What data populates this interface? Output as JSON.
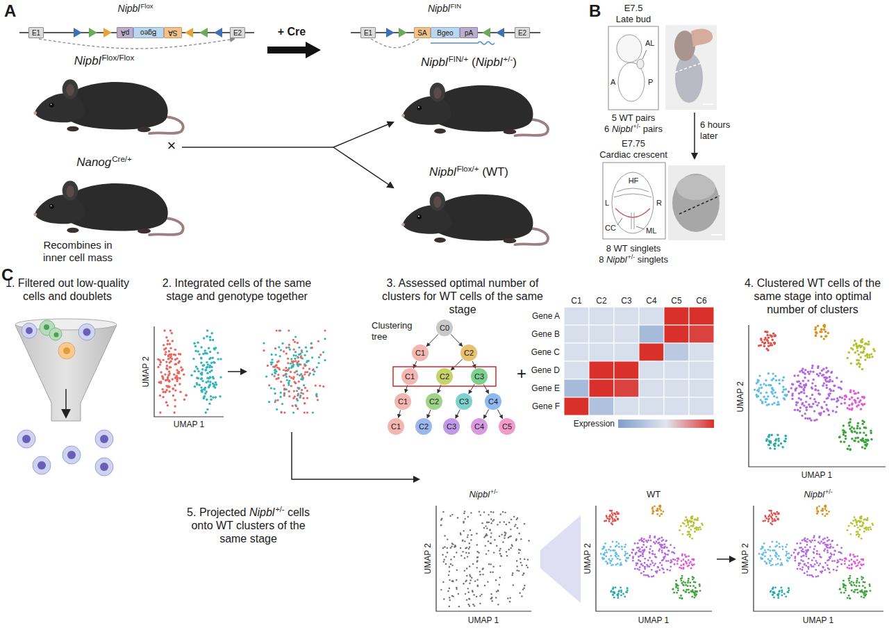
{
  "diagram": {
    "nodes": [
      {
        "text": [
          "E1"
        ]
      },
      {
        "text": [
          "pA"
        ]
      },
      {
        "text": [
          "Bgeo"
        ]
      },
      {
        "text": [
          "SA"
        ]
      },
      {
        "text": [
          "E2"
        ]
      },
      {
        "text": [
          "E1"
        ]
      },
      {
        "text": [
          "SA"
        ]
      },
      {
        "text": [
          "Bgeo"
        ]
      },
      {
        "text": [
          "pA"
        ]
      },
      {
        "text": [
          "E2"
        ]
      },
      {
        "text": [
          "C0"
        ]
      },
      {
        "text": [
          "C1"
        ]
      },
      {
        "text": [
          "C2"
        ]
      },
      {
        "text": [
          "C1"
        ]
      },
      {
        "text": [
          "C2"
        ]
      },
      {
        "text": [
          "C3"
        ]
      },
      {
        "text": [
          "C1"
        ]
      },
      {
        "text": [
          "C2"
        ]
      },
      {
        "text": [
          "C3"
        ]
      },
      {
        "text": [
          "C4"
        ]
      },
      {
        "text": [
          "C1"
        ]
      },
      {
        "text": [
          "C2"
        ]
      },
      {
        "text": [
          "C3"
        ]
      },
      {
        "text": [
          "C4"
        ]
      },
      {
        "text": [
          "C5"
        ]
      }
    ],
    "edges": [
      {
        "from": 0,
        "to": 1,
        "arrow": "none"
      },
      {
        "from": 3,
        "to": 4,
        "arrow": "none"
      },
      {
        "from": 0,
        "to": 4,
        "arrow": "to"
      },
      {
        "from": 5,
        "to": 6,
        "arrow": "none"
      },
      {
        "from": 8,
        "to": 9,
        "arrow": "none"
      },
      {
        "from": 5,
        "to": 6,
        "arrow": "none"
      },
      {
        "from": 10,
        "to": 11,
        "arrow": "to"
      },
      {
        "from": 10,
        "to": 12,
        "arrow": "to"
      },
      {
        "from": 11,
        "to": 13,
        "arrow": "to"
      },
      {
        "from": 12,
        "to": 14,
        "arrow": "to"
      },
      {
        "from": 12,
        "to": 15,
        "arrow": "to"
      },
      {
        "from": 13,
        "to": 16,
        "arrow": "to"
      },
      {
        "from": 14,
        "to": 17,
        "arrow": "to"
      },
      {
        "from": 15,
        "to": 18,
        "arrow": "to"
      },
      {
        "from": 15,
        "to": 19,
        "arrow": "to"
      },
      {
        "from": 16,
        "to": 20,
        "arrow": "to"
      },
      {
        "from": 17,
        "to": 21,
        "arrow": "to"
      },
      {
        "from": 18,
        "to": 22,
        "arrow": "to"
      },
      {
        "from": 19,
        "to": 23,
        "arrow": "to"
      },
      {
        "from": 19,
        "to": 24,
        "arrow": "to"
      }
    ],
    "labels": [
      "A",
      "Nipbl",
      "Flox",
      "+ Cre",
      "Nipbl",
      "FIN",
      "Nipbl",
      "Flox/Flox",
      "×",
      "Nanog",
      "Cre/+",
      "Recombines in inner cell mass",
      "Nipbl",
      "FIN/+",
      "(",
      "Nipbl",
      "+/-",
      ")",
      "Nipbl",
      "Flox/+",
      "(WT)",
      "B",
      "E7.5",
      "Late bud",
      "AL",
      "A",
      "P",
      "5 WT pairs",
      "6",
      "Nipbl",
      "+/-",
      "pairs",
      "6 hours later",
      "E7.75",
      "Cardiac crescent",
      "HF",
      "L",
      "R",
      "CC",
      "ML",
      "8 WT singlets",
      "8",
      "Nipbl",
      "+/-",
      "singlets",
      "C",
      "1. Filtered out low-quality cells and doublets",
      "2. Integrated cells of the same stage and genotype together",
      "UMAP 2",
      "UMAP 1",
      "3. Assessed optimal number of clusters for WT cells of the same stage",
      "Clustering tree",
      "+",
      "C1",
      "C2",
      "C3",
      "C4",
      "C5",
      "C6",
      "Gene A",
      "Gene B",
      "Gene C",
      "Gene D",
      "Gene E",
      "Gene F",
      "Expression",
      "4. Clustered WT cells of the same stage into optimal number of clusters",
      "UMAP 2",
      "UMAP 1",
      "5. Projected",
      "Nipbl",
      "+/-",
      "cells onto WT clusters of the same stage",
      "Nipbl",
      "+/-",
      "UMAP 2",
      "UMAP 1",
      "WT",
      "UMAP 2",
      "UMAP 1",
      "Nipbl",
      "+/-",
      "UMAP 2",
      "UMAP 1"
    ]
  }
}
